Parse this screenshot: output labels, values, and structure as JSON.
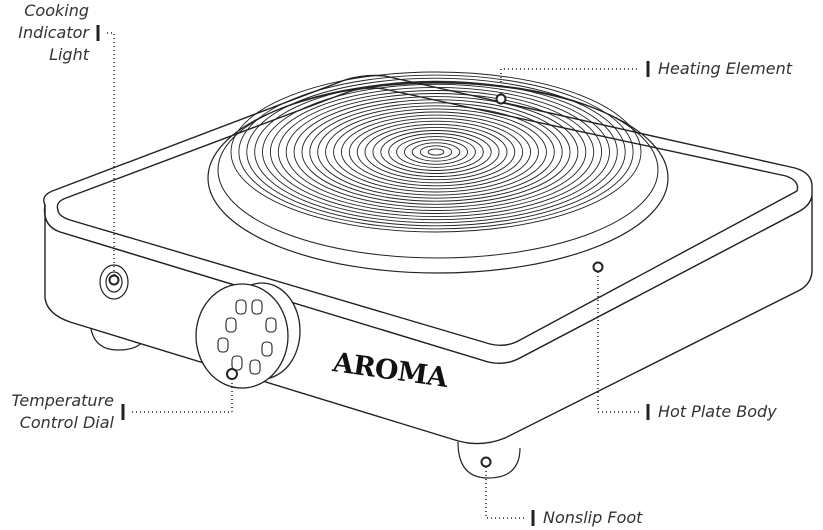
{
  "brand": "AROMA",
  "labels": {
    "cooking_indicator": [
      "Cooking",
      "Indicator",
      "Light"
    ],
    "heating_element": "Heating Element",
    "hot_plate_body": "Hot Plate Body",
    "temperature_control": [
      "Temperature",
      "Control Dial"
    ],
    "nonslip_foot": "Nonslip Foot"
  },
  "colors": {
    "line": "#222222",
    "text": "#333333",
    "background": "#ffffff"
  }
}
